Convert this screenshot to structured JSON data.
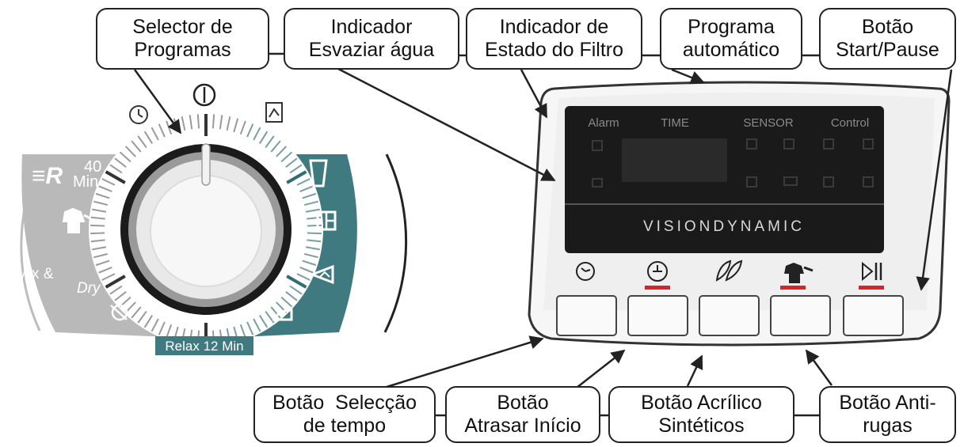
{
  "callouts": {
    "program_selector": [
      "Selector de",
      "Programas"
    ],
    "drain_indicator": [
      "Indicador",
      "Esvaziar água"
    ],
    "filter_indicator": [
      "Indicador de",
      "Estado do Filtro"
    ],
    "auto_program": [
      "Programa",
      "automático"
    ],
    "start_pause": [
      "Botão",
      "Start/Pause"
    ],
    "time_select": [
      "Botão  Selecção",
      "de tempo"
    ],
    "delay_start": [
      "Botão",
      "Atrasar Início"
    ],
    "acrylic": [
      "Botão Acrílico",
      "Sintéticos"
    ],
    "anti_crease": [
      "Botão Anti-",
      "rugas"
    ]
  },
  "dial": {
    "top_left_label": "40",
    "top_left_sublabel": "Min",
    "left_symbol": "≡R",
    "mix_label": "Mix &",
    "dry_label": "Dry",
    "bottom_label": "Relax 12 Min"
  },
  "panel": {
    "alarm": "Alarm",
    "time": "TIME",
    "sensor": "SENSOR",
    "control": "Control",
    "brand": "VISIONDYNAMIC"
  },
  "buttons": [
    {
      "name": "time-select",
      "icon": "clock-icon",
      "led": false
    },
    {
      "name": "delay-start",
      "icon": "delay-clock-icon",
      "led": true
    },
    {
      "name": "acrylic",
      "icon": "leaf-icon",
      "led": false
    },
    {
      "name": "anti-crease",
      "icon": "shirt-icon",
      "led": true
    },
    {
      "name": "start-pause",
      "icon": "play-pause-icon",
      "led": true
    }
  ],
  "colors": {
    "teal": "#3f7a80",
    "grey_band": "#b9b9b9",
    "led_red": "#d8232a",
    "screen": "#1a1a1a"
  }
}
